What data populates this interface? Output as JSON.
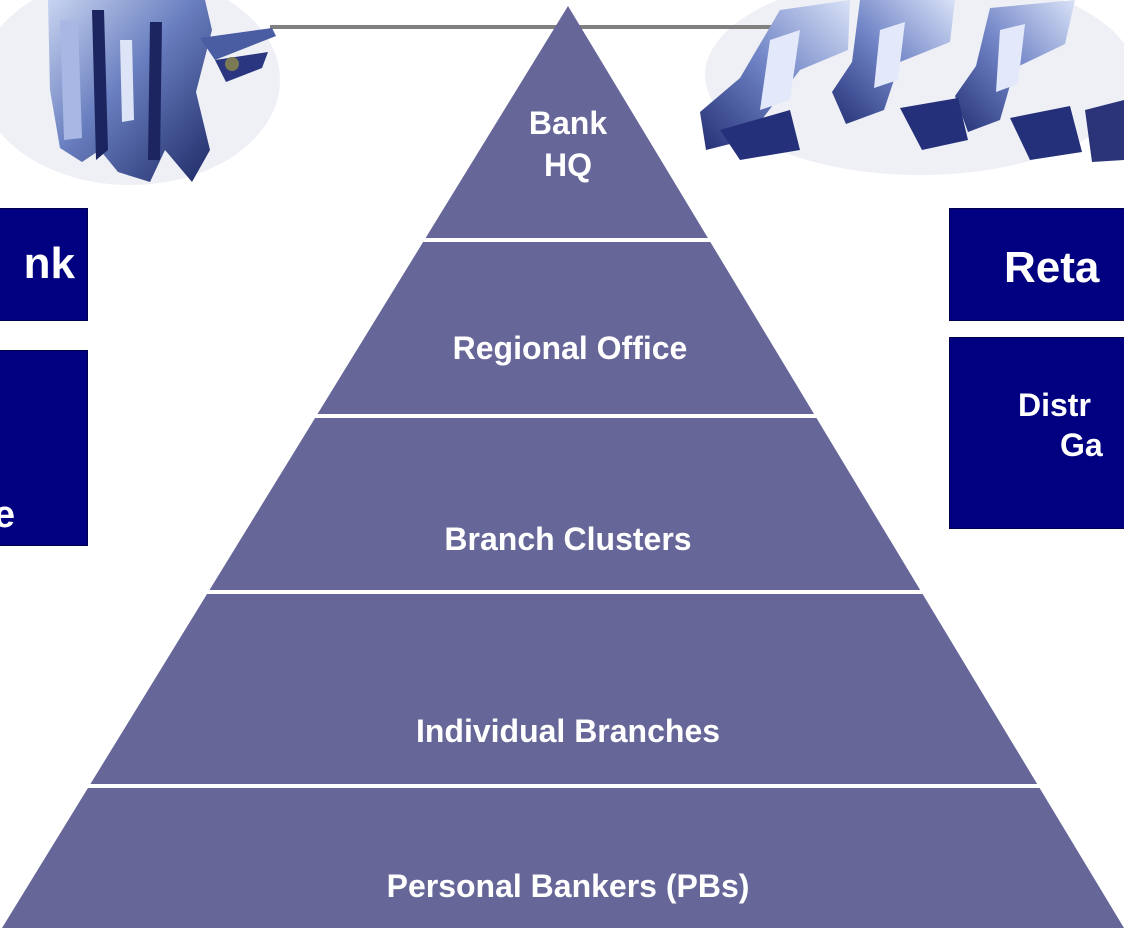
{
  "pyramid": {
    "fill_color": "#666699",
    "separator_color": "#ffffff",
    "tiers": [
      {
        "label_lines": [
          "Bank",
          "HQ"
        ]
      },
      {
        "label_lines": [
          "Regional Office"
        ]
      },
      {
        "label_lines": [
          "Branch Clusters"
        ]
      },
      {
        "label_lines": [
          "Individual Branches"
        ]
      },
      {
        "label_lines": [
          "Personal Bankers (PBs)"
        ]
      }
    ]
  },
  "left_panel": {
    "title_fragment": "nk",
    "body_fragment": "e"
  },
  "right_panel": {
    "title_fragment": "Reta",
    "body_line1": "Distr",
    "body_line2": "Ga"
  },
  "decorations": {
    "header_rule_color": "#808080",
    "box_color": "#000080",
    "figure_color": "#5b6fa8"
  }
}
